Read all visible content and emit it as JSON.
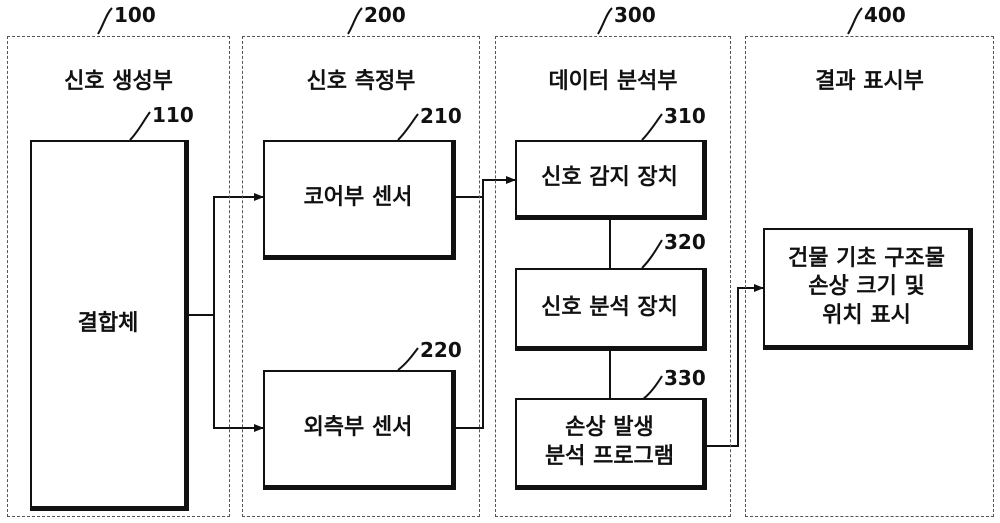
{
  "groups": [
    {
      "ref": "100",
      "title": "신호 생성부"
    },
    {
      "ref": "200",
      "title": "신호 측정부"
    },
    {
      "ref": "300",
      "title": "데이터 분석부"
    },
    {
      "ref": "400",
      "title": "결과 표시부"
    }
  ],
  "blocks": {
    "b110": {
      "ref": "110",
      "label": "결합체"
    },
    "b210": {
      "ref": "210",
      "label": "코어부 센서"
    },
    "b220": {
      "ref": "220",
      "label": "외측부 센서"
    },
    "b310": {
      "ref": "310",
      "label": "신호 감지 장치"
    },
    "b320": {
      "ref": "320",
      "label": "신호 분석 장치"
    },
    "b330": {
      "ref": "330",
      "label": "손상 발생\n분석 프로그램"
    },
    "b400": {
      "label": "건물 기초 구조물\n손상 크기 및\n위치 표시"
    }
  }
}
